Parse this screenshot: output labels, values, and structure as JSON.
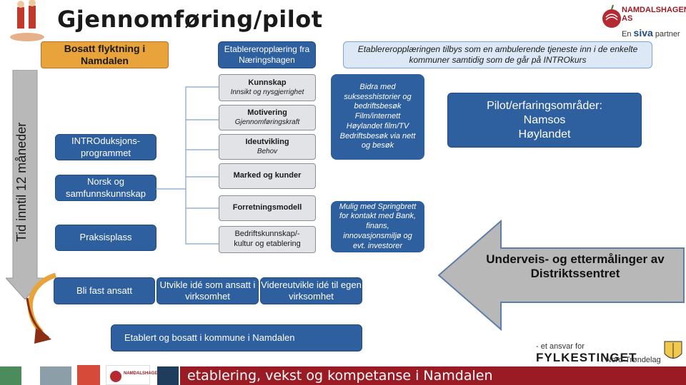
{
  "title": "Gjennomføring/pilot",
  "side_label": "Tid inntil 12 måneder",
  "logo": {
    "name": "NAMDALSHAGEN AS",
    "en": "En",
    "siva": "siva",
    "partner": "partner"
  },
  "top_boxes": {
    "bosatt": "Bosatt flyktning i Namdalen",
    "etablerer": "Etablereropplæring fra Næringshagen",
    "tilbys": "Etablereropplæringen tilbys som en ambulerende tjeneste inn i de enkelte kommuner samtidig som de går på INTROkurs"
  },
  "left_boxes": {
    "intro": "INTROduksjons-programmet",
    "norsk": "Norsk og samfunnskunnskap",
    "praksis": "Praksisplass"
  },
  "modules": [
    {
      "main": "Kunnskap",
      "sub": "Innsikt og nysgjerrighet"
    },
    {
      "main": "Motivering",
      "sub": "Gjennomføringskraft"
    },
    {
      "main": "Ideutvikling",
      "sub": "Behov"
    },
    {
      "main": "Marked og kunder",
      "sub": ""
    },
    {
      "main": "Forretningsmodell",
      "sub": ""
    },
    {
      "main": "Bedriftskunnskap/-kultur og etablering",
      "sub": ""
    }
  ],
  "middle_boxes": {
    "bidra": [
      "Bidra med",
      "suksesshistorier og",
      "bedriftsbesøk",
      "Film/internett",
      "Høylandet film/TV",
      "Bedriftsbesøk via nett",
      "og besøk"
    ],
    "mulig": [
      "Mulig med Springbrett",
      "for kontakt med Bank,",
      "finans,",
      "innovasjonsmiljø og",
      "evt. investorer"
    ]
  },
  "pilot": {
    "line1": "Pilot/erfaringsområder:",
    "line2": "Namsos",
    "line3": "Høylandet"
  },
  "arrow_text": "Underveis- og ettermålinger av Distriktssentret",
  "bottom_boxes": {
    "fast": "Bli fast ansatt",
    "utvikle": "Utvikle idé som ansatt i virksomhet",
    "videre": "Videreutvikle idé til egen virksomhet",
    "etablert": "Etablert og bosatt i kommune i Namdalen"
  },
  "fylke": {
    "prefix": "- et ansvar for",
    "name": "FYLKESTINGET",
    "sub": "i Nord-Trøndelag"
  },
  "footer": "etablering, vekst og kompetanse i Namdalen",
  "footer_logo": "NAMDALSHAGEN",
  "colors": {
    "blue": "#2e5f9e",
    "orange": "#e8a33a",
    "gray": "#e1e3e6",
    "footer": "#9b1b24",
    "arrow": "#b8b8b8"
  }
}
